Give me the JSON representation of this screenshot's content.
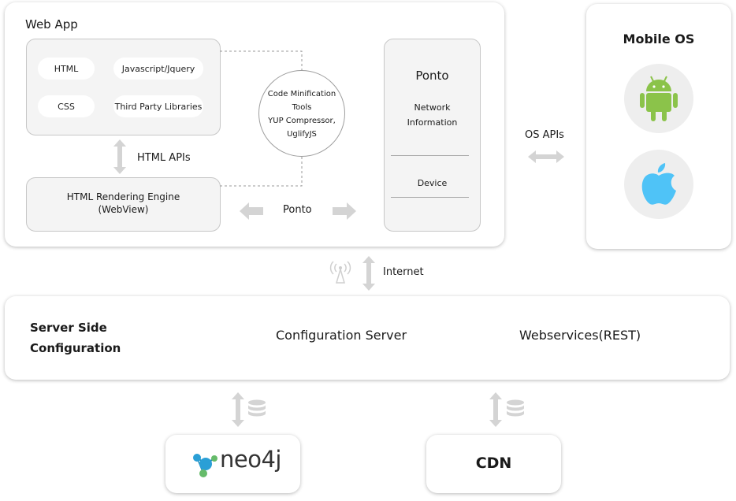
{
  "web_app": {
    "title": "Web App",
    "tech_items": [
      "HTML",
      "Javascript/Jquery",
      "CSS",
      "Third Party Libraries"
    ],
    "html_apis_label": "HTML APIs",
    "rendering_engine": {
      "line1": "HTML Rendering Engine",
      "line2": "(WebView)"
    },
    "minification": {
      "line1": "Code Minification",
      "line2": "Tools",
      "line3": "YUP Compressor,",
      "line4": "UglifyJS"
    },
    "ponto_arrow_label": "Ponto",
    "ponto_panel": {
      "title": "Ponto",
      "item1_line1": "Network",
      "item1_line2": "Information",
      "item2": "Device"
    }
  },
  "os_apis_label": "OS APIs",
  "mobile_os": {
    "title": "Mobile OS",
    "platforms": [
      "android-icon",
      "apple-icon"
    ],
    "colors": {
      "android": "#8bc34a",
      "apple": "#4fc3f7",
      "circle_bg": "#eeeeee"
    }
  },
  "internet_label": "Internet",
  "server": {
    "title_line1": "Server Side",
    "title_line2": "Configuration",
    "config_server": "Configuration Server",
    "webservices": "Webservices(REST)"
  },
  "bottom": {
    "neo4j_text": "neo4j",
    "cdn": "CDN"
  }
}
